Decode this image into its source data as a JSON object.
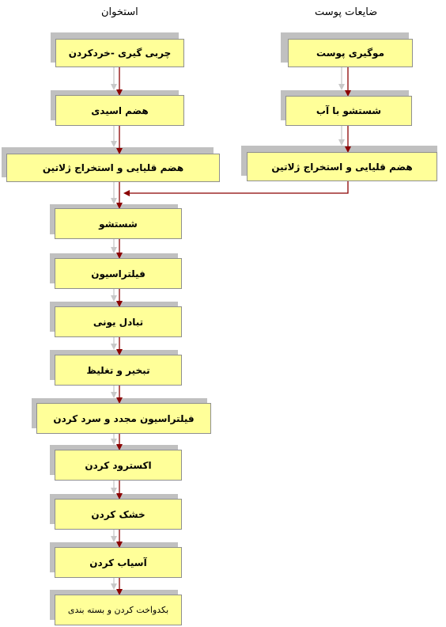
{
  "columns": {
    "left_heading": "استخوان",
    "right_heading": "ضایعات پوست"
  },
  "left_steps": [
    "چربی گیری -خردکردن",
    "هضم اسیدی",
    "هضم قلیایی و استخراج ژلاتین"
  ],
  "right_steps": [
    "موگیری پوست",
    "شستشو با آب",
    "هضم قلیایی و استخراج ژلاتین"
  ],
  "common_steps": [
    "شستشو",
    "فیلتراسیون",
    "تبادل یونی",
    "تبخیر و تغلیظ",
    "فیلتراسیون مجدد و سرد کردن",
    "اکسترود کردن",
    "خشک کردن",
    "آسیاب کردن",
    "بکدواخت کردن و بسته بندی"
  ],
  "colors": {
    "box_fill": "#ffff99",
    "box_border": "#8f8f8f",
    "shadow": "#c0c0c0",
    "arrow_main": "#8b0000",
    "arrow_light": "#c8c8c8"
  }
}
